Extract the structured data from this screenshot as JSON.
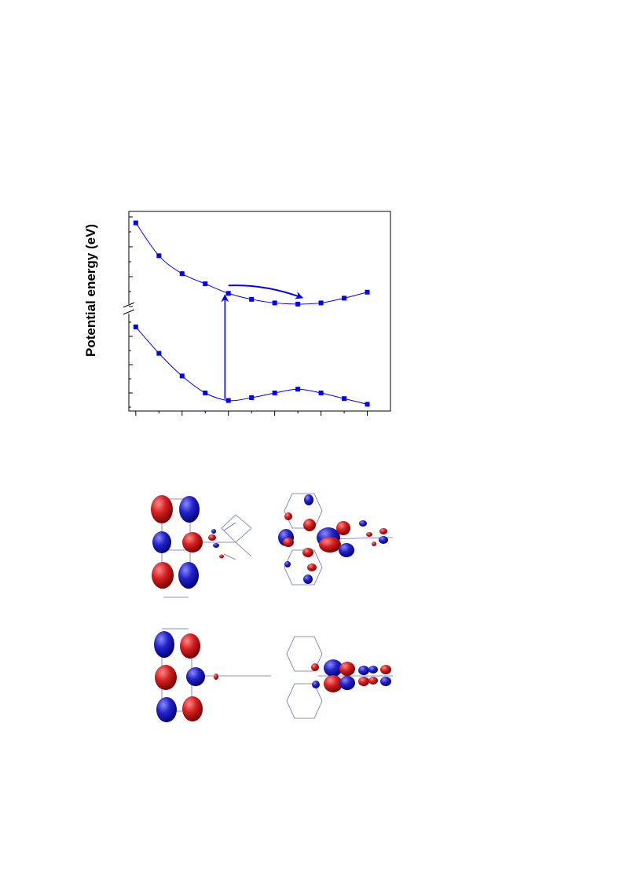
{
  "chart_data": {
    "type": "line",
    "title": "",
    "xlabel": "",
    "ylabel": "Potential energy (eV)",
    "x": [
      0,
      1,
      2,
      3,
      4,
      5,
      6,
      7,
      8,
      9,
      10
    ],
    "xlim": [
      -0.3,
      11.0
    ],
    "x_ticks_labeled": false,
    "y_ticks_labeled": false,
    "broken_y_axis": true,
    "series": [
      {
        "values": [
          3.0,
          2.45,
          2.15,
          1.98,
          1.82,
          1.72,
          1.66,
          1.64,
          1.66,
          1.74,
          1.84
        ]
      },
      {
        "values": [
          1.0,
          0.72,
          0.48,
          0.3,
          0.22,
          0.25,
          0.3,
          0.34,
          0.3,
          0.24,
          0.18
        ]
      }
    ],
    "annotations": [
      {
        "type": "vertical-excitation-arrow",
        "x": 3.85,
        "from": "lower-series",
        "to": "upper-series"
      },
      {
        "type": "relaxation-arrow",
        "from_x": 4.0,
        "to_x": 7.2,
        "along": "upper-series"
      }
    ],
    "line_color": "#0000ff",
    "marker": "square",
    "grid": false,
    "legend": "none"
  },
  "orbitals": {
    "lobe_colors": {
      "positive": "#d42020",
      "negative": "#2323c8"
    }
  }
}
